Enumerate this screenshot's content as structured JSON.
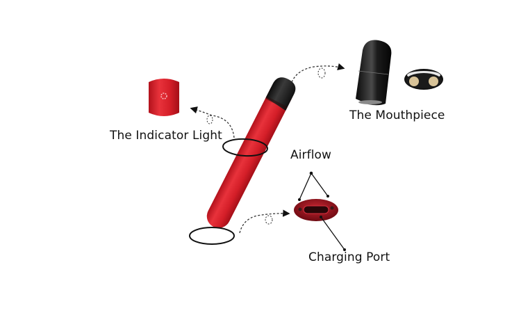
{
  "diagram": {
    "type": "annotated-product",
    "subject": "red pod vape device",
    "colors": {
      "body_red": "#d8202a",
      "tip_black": "#1a1a1a",
      "annotation_line": "#111111",
      "background": "#ffffff"
    },
    "labels": {
      "indicator_light": "The Indicator Light",
      "mouthpiece": "The Mouthpiece",
      "airflow": "Airflow",
      "charging_port": "Charging Port"
    }
  }
}
